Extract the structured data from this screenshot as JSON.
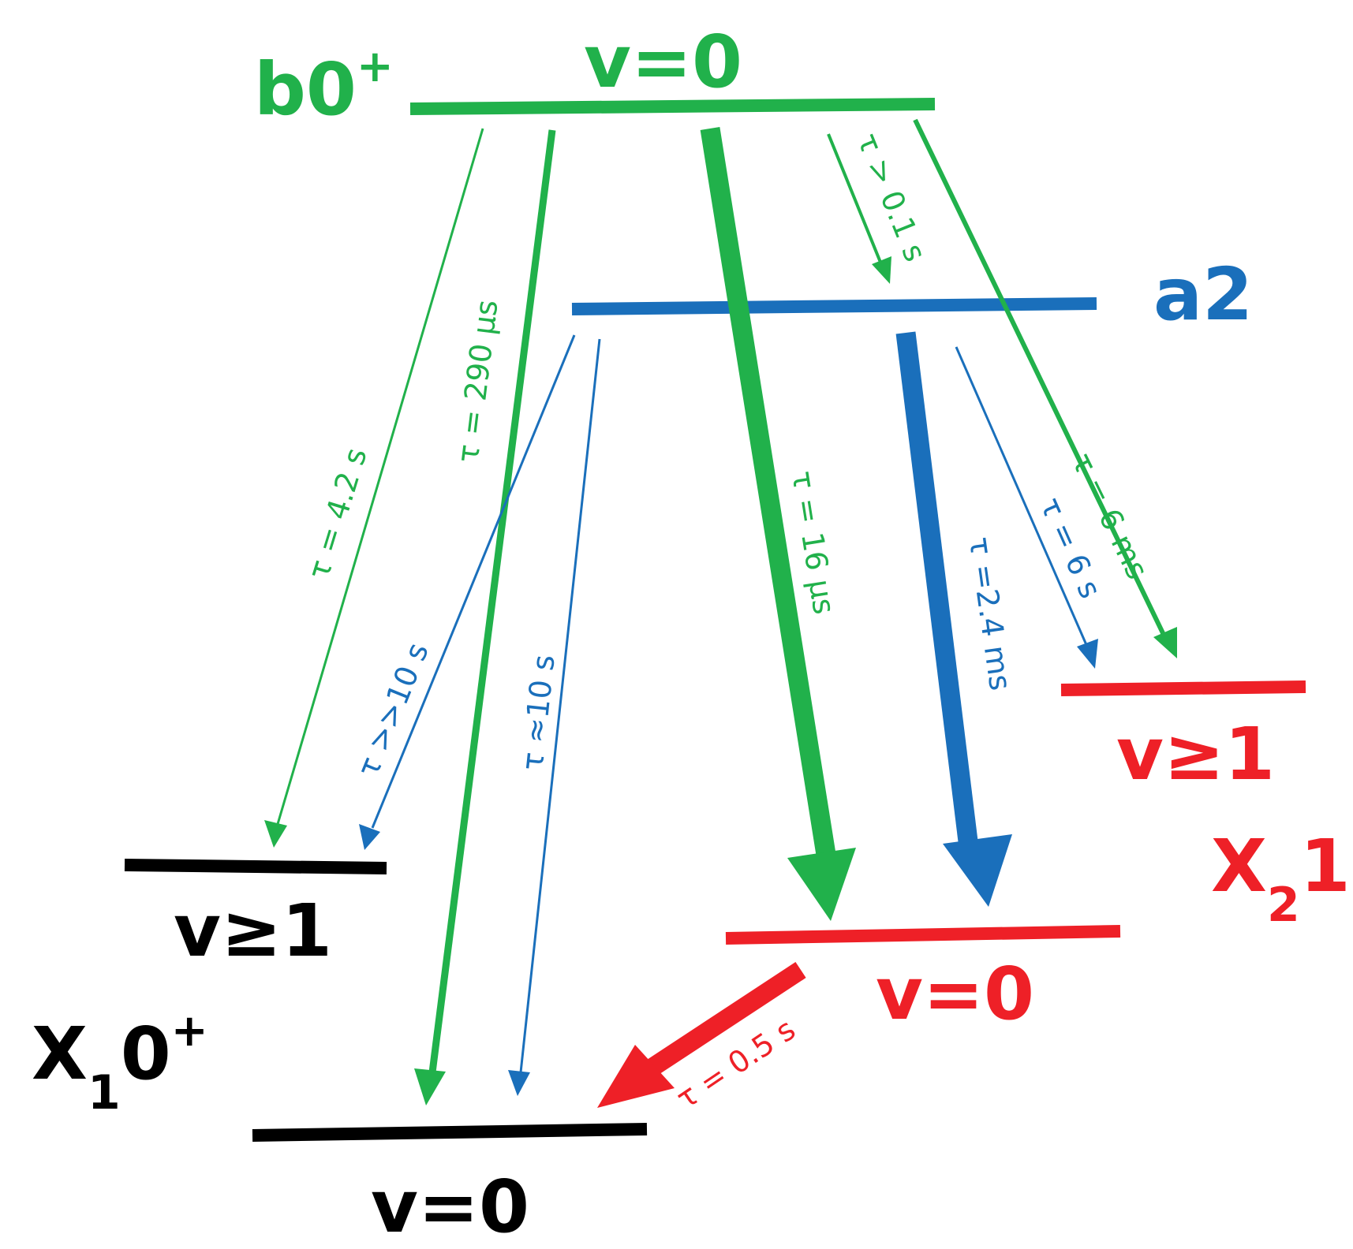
{
  "colors": {
    "b0": "#21b14b",
    "a2": "#1a6fbb",
    "x2": "#ee2027",
    "x1": "#000000"
  },
  "states": {
    "b0": {
      "name_main": "b0",
      "name_sup": "+",
      "level": "v=0"
    },
    "a2": {
      "name": "a2"
    },
    "x2": {
      "name_main": "X",
      "name_sub": "2",
      "name_tail": "1",
      "upper_level": "v≥1",
      "lower_level": "v=0"
    },
    "x1": {
      "name_main": "X",
      "name_sub": "1",
      "name_tail": "0",
      "name_sup": "+",
      "upper_level": "v≥1",
      "lower_level": "v=0"
    }
  },
  "transitions": [
    {
      "id": "b0-to-x1v1",
      "from": "b0 v=0",
      "to": "X1 0+ v≥1",
      "lifetime": "τ = 4.2 s"
    },
    {
      "id": "b0-to-x1v0",
      "from": "b0 v=0",
      "to": "X1 0+ v=0",
      "lifetime": "τ = 290 µs"
    },
    {
      "id": "b0-to-x2v0",
      "from": "b0 v=0",
      "to": "X2 1 v=0",
      "lifetime": "τ = 16 µs"
    },
    {
      "id": "b0-to-a2",
      "from": "b0 v=0",
      "to": "a2",
      "lifetime": "τ > 0.1 s"
    },
    {
      "id": "b0-to-x2v1",
      "from": "b0 v=0",
      "to": "X2 1 v≥1",
      "lifetime": "τ = 6 ms"
    },
    {
      "id": "a2-to-x1v1",
      "from": "a2",
      "to": "X1 0+ v≥1",
      "lifetime": "τ >>10 s"
    },
    {
      "id": "a2-to-x1v0",
      "from": "a2",
      "to": "X1 0+ v=0",
      "lifetime": "τ ≈10 s"
    },
    {
      "id": "a2-to-x2v0",
      "from": "a2",
      "to": "X2 1 v=0",
      "lifetime": "τ =2.4 ms"
    },
    {
      "id": "a2-to-x2v1",
      "from": "a2",
      "to": "X2 1 v≥1",
      "lifetime": "τ = 6 s"
    },
    {
      "id": "x2v0-to-x1v0",
      "from": "X2 1 v=0",
      "to": "X1 0+ v=0",
      "lifetime": "τ = 0.5 s"
    }
  ]
}
